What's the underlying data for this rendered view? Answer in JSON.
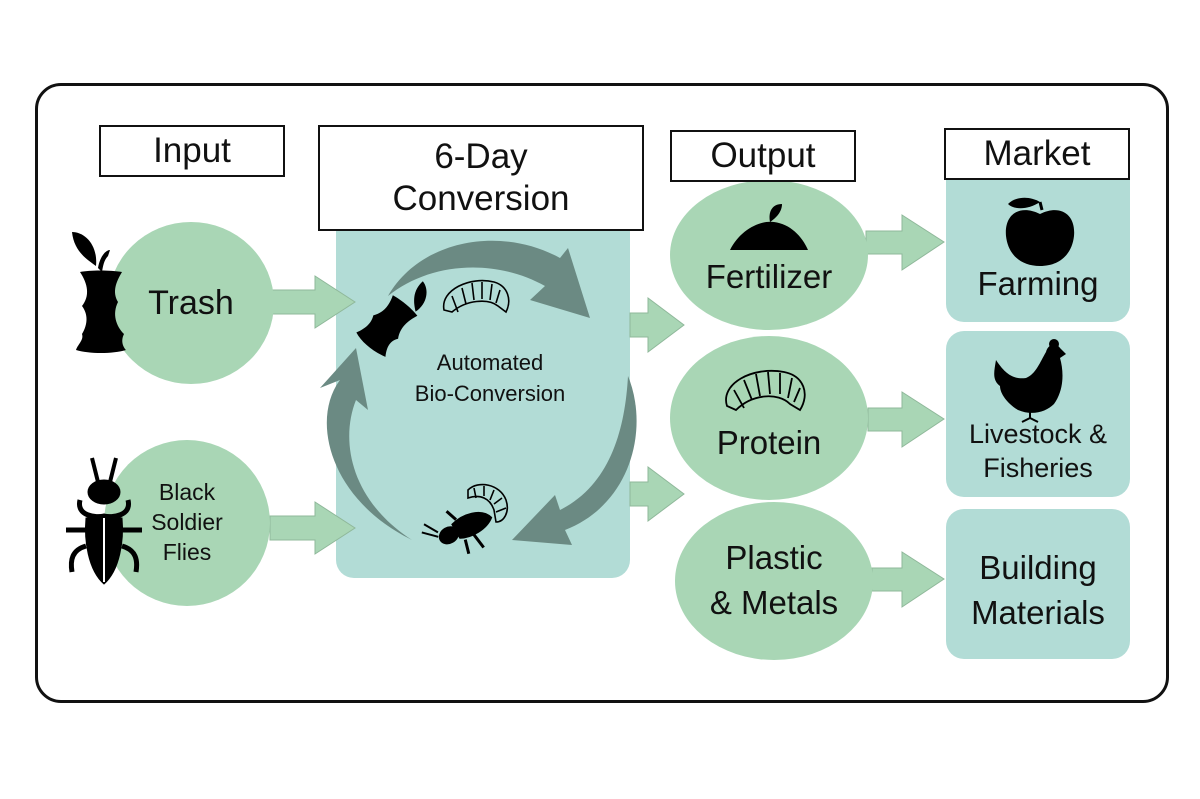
{
  "headers": {
    "input": "Input",
    "conversion_line1": "6-Day",
    "conversion_line2": "Conversion",
    "output": "Output",
    "market": "Market"
  },
  "inputs": [
    {
      "label": "Trash",
      "icon": "apple-core-icon"
    },
    {
      "label_lines": [
        "Black",
        "Soldier",
        "Flies"
      ],
      "icon": "black-soldier-fly-icon"
    }
  ],
  "process": {
    "label_line1": "Automated",
    "label_line2": "Bio-Conversion",
    "icons": [
      "apple-core-icon",
      "larva-icon",
      "fly-icon",
      "larva-icon"
    ]
  },
  "outputs": [
    {
      "label": "Fertilizer",
      "icon": "compost-pile-icon"
    },
    {
      "label": "Protein",
      "icon": "larva-icon"
    },
    {
      "label_lines": [
        "Plastic",
        "& Metals"
      ]
    }
  ],
  "markets": [
    {
      "label": "Farming",
      "icon": "apple-icon"
    },
    {
      "label_lines": [
        "Livestock &",
        "Fisheries"
      ],
      "icon": "chicken-icon"
    },
    {
      "label_lines": [
        "Building",
        "Materials"
      ]
    }
  ],
  "colors": {
    "circle_fill": "#a9d6b5",
    "box_fill": "#b2dcd6",
    "cycle_arrow": "#6b8a83",
    "flow_arrow": "#a9d6b5",
    "frame_stroke": "#111111"
  }
}
